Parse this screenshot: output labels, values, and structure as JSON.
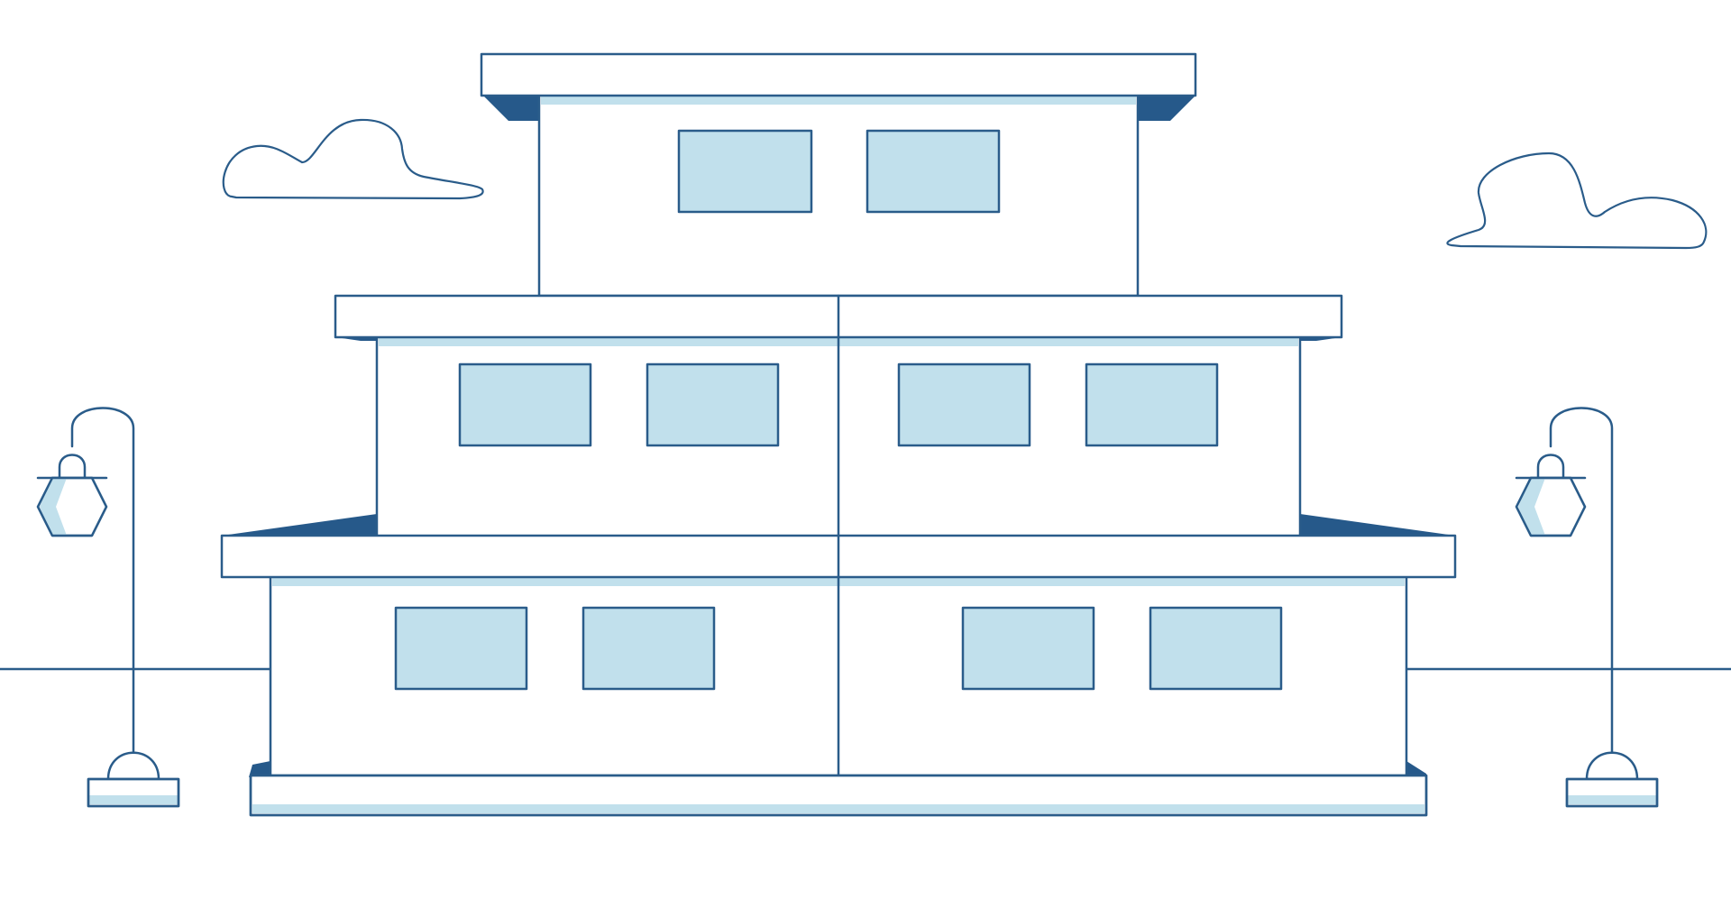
{
  "scene": {
    "subject": "three-tier-building",
    "colors": {
      "background": "#ffffff",
      "outline": "#2a5c8a",
      "dark_fill": "#26598a",
      "light_fill": "#c1e0ec",
      "wall_fill": "#ffffff"
    },
    "icons": {
      "cloud_left": "cloud-icon",
      "cloud_right": "cloud-icon",
      "lamp_left": "street-lamp-icon",
      "lamp_right": "street-lamp-icon"
    },
    "building": {
      "tiers": 3,
      "windows_per_tier": [
        2,
        4,
        4
      ]
    },
    "street_lamps": 2,
    "clouds": 2
  }
}
